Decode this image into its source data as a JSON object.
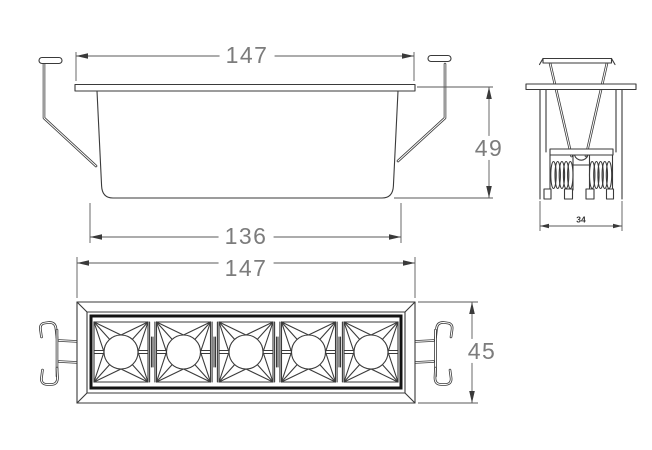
{
  "dimensions": {
    "front_width": "147",
    "front_height": "49",
    "front_body_width": "136",
    "plan_width": "147",
    "plan_height": "45",
    "side_depth": "34"
  },
  "fixture": {
    "led_count": 5
  },
  "colors": {
    "line": "#3a3a3a",
    "frame": "#141414",
    "dim_text": "#7c7c7c",
    "small_dim_text": "#333333",
    "background": "#ffffff"
  }
}
